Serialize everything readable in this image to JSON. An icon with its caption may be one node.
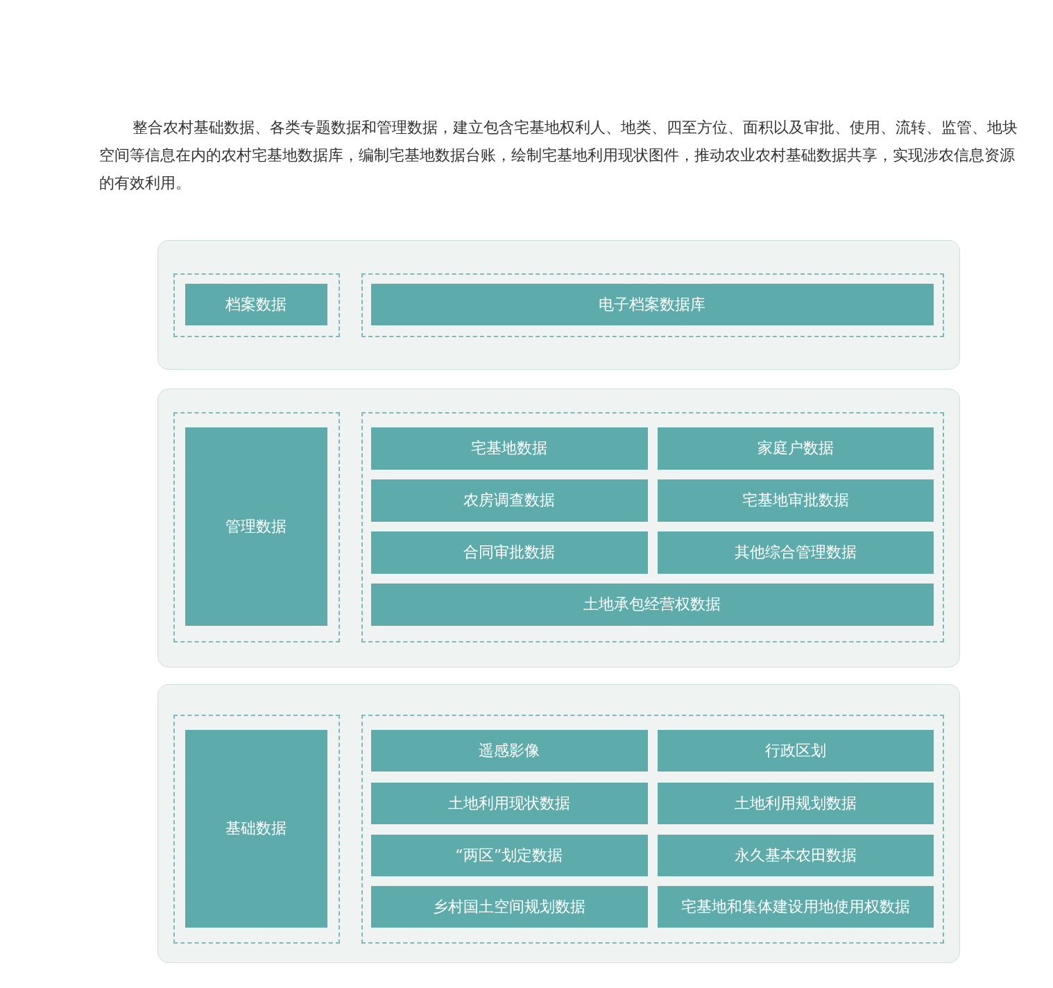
{
  "diagram": {
    "labels": [
      "整合农村基础数据、各类专题数据和管理数据，建立包含宅基地权利人、地类、四至方位、面积以及审批、使用、流转、监管、地块空间等信息在内的农村宅基地数据库，编制宅基地数据台账，绘制宅基地利用现状图件，推动农业农村基础数据共享，实现涉农信息资源的有效利用。"
    ],
    "nodes": [
      {
        "text": [],
        "shape": "box"
      },
      {
        "text": [],
        "shape": "box",
        "in": 0
      },
      {
        "text": [
          "档案数据"
        ],
        "in": 1
      },
      {
        "text": [],
        "shape": "box",
        "in": 0
      },
      {
        "text": [
          "电子档案数据库"
        ],
        "in": 3
      },
      {
        "text": [],
        "shape": "box"
      },
      {
        "text": [],
        "shape": "box",
        "in": 5
      },
      {
        "text": [
          "管理数据"
        ],
        "in": 6
      },
      {
        "text": [],
        "shape": "box",
        "in": 5
      },
      {
        "text": [
          "宅基地数据"
        ],
        "in": 8
      },
      {
        "text": [
          "家庭户数据"
        ],
        "in": 8
      },
      {
        "text": [
          "农房调查数据"
        ],
        "in": 8
      },
      {
        "text": [
          "宅基地审批数据"
        ],
        "in": 8
      },
      {
        "text": [
          "合同审批数据"
        ],
        "in": 8
      },
      {
        "text": [
          "其他综合管理数据"
        ],
        "in": 8
      },
      {
        "text": [
          "土地承包经营权数据"
        ],
        "in": 8
      },
      {
        "text": [],
        "shape": "box"
      },
      {
        "text": [],
        "shape": "box",
        "in": 16
      },
      {
        "text": [
          "基础数据"
        ],
        "in": 17
      },
      {
        "text": [],
        "shape": "box",
        "in": 16
      },
      {
        "text": [
          "遥感影像"
        ],
        "in": 19
      },
      {
        "text": [
          "行政区划"
        ],
        "in": 19
      },
      {
        "text": [
          "土地利用现状数据"
        ],
        "in": 19
      },
      {
        "text": [
          "土地利用规划数据"
        ],
        "in": 19
      },
      {
        "text": [
          "“两区”划定数据"
        ],
        "in": 19
      },
      {
        "text": [
          "永久基本农田数据"
        ],
        "in": 19
      },
      {
        "text": [
          "乡村国土空间规划数据"
        ],
        "in": 19
      },
      {
        "text": [
          "宅基地和集体建设用地使用权数据"
        ],
        "in": 19
      }
    ]
  }
}
